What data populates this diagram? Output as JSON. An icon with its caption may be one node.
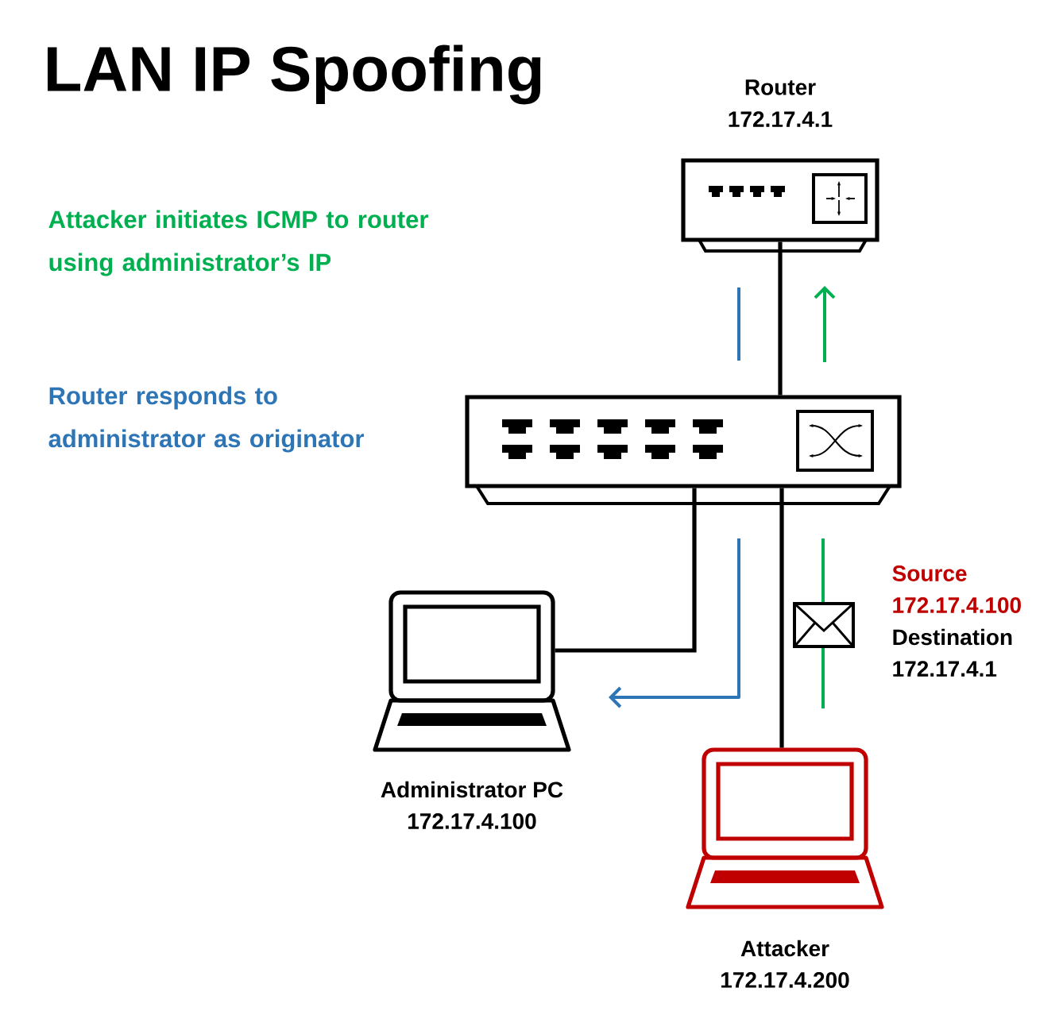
{
  "diagram": {
    "title": "LAN IP Spoofing",
    "nodes": [
      {
        "text": [
          "Router",
          "172.17.4.1"
        ]
      },
      {
        "text": [],
        "shape": "box"
      },
      {
        "text": [
          "Administrator PC",
          "172.17.4.100"
        ]
      },
      {
        "text": [
          "Attacker",
          "172.17.4.200"
        ]
      }
    ],
    "edges": [
      {
        "from": 0,
        "to": 1,
        "arrow": "none"
      },
      {
        "from": 1,
        "to": 2,
        "arrow": "none"
      },
      {
        "from": 1,
        "to": 3,
        "arrow": "none"
      }
    ],
    "labels": [
      "Attacker initiates ICMP to router using administrator’s IP",
      "Router responds to administrator as originator",
      "Source",
      "172.17.4.100",
      "Destination",
      "172.17.4.1"
    ]
  }
}
